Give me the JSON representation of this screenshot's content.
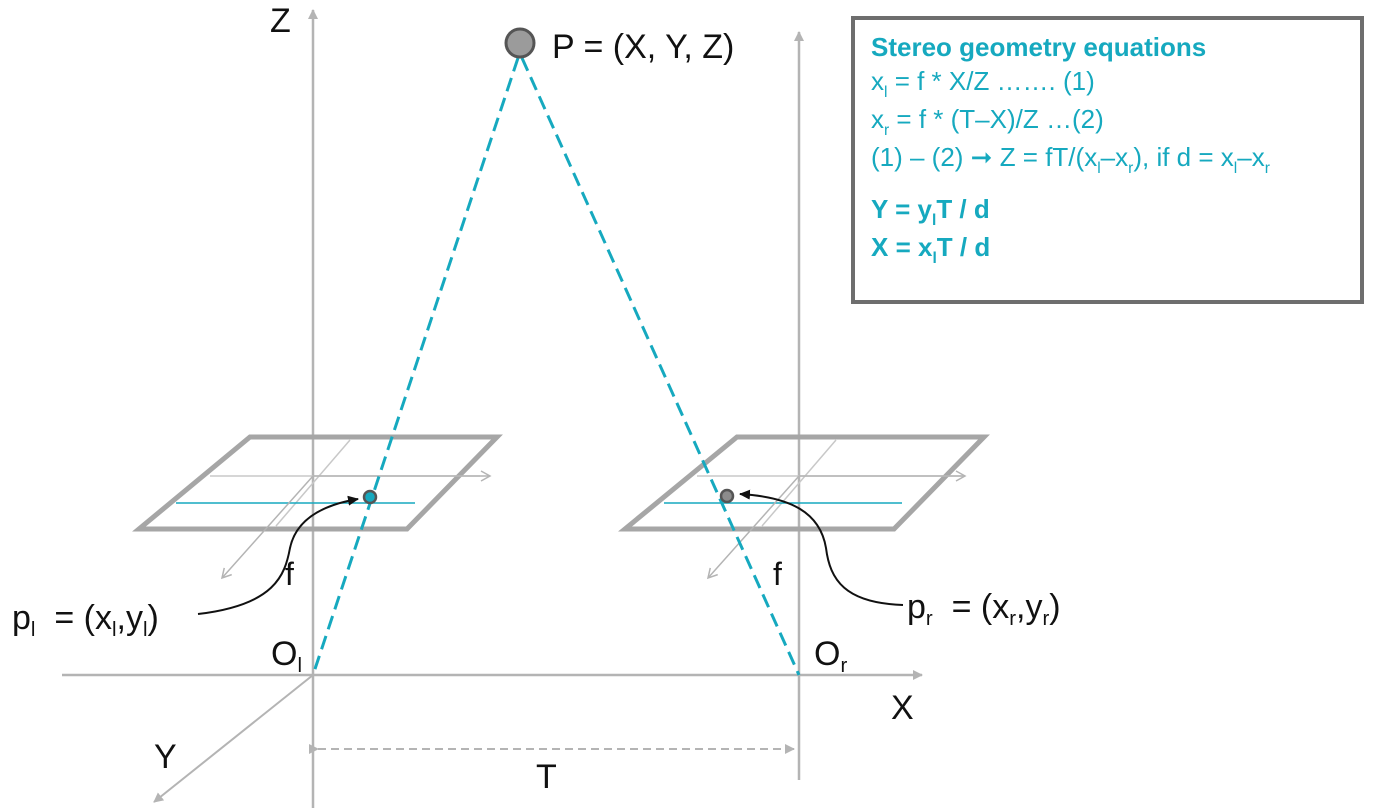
{
  "axes": {
    "z_label": "Z",
    "x_label": "X",
    "y_label": "Y"
  },
  "point": {
    "label": "P = (X, Y, Z)"
  },
  "left_camera": {
    "focal_label": "f",
    "origin_main": "O",
    "origin_sub": "l",
    "image_point_main": "p",
    "image_point_sub": "l",
    "image_point_eq": "= (x",
    "image_point_x_sub": "l",
    "image_point_mid": ",y",
    "image_point_y_sub": "l",
    "image_point_end": ")"
  },
  "right_camera": {
    "focal_label": "f",
    "origin_main": "O",
    "origin_sub": "r",
    "image_point_main": "p",
    "image_point_sub": "r",
    "image_point_eq": "= (x",
    "image_point_x_sub": "r",
    "image_point_mid": ",y",
    "image_point_y_sub": "r",
    "image_point_end": ")"
  },
  "baseline": {
    "label": "T"
  },
  "equations": {
    "title": "Stereo geometry equations",
    "eq1": {
      "a": "x",
      "a_sub": "l",
      "b": " = f * X/Z ……. (1)"
    },
    "eq2": {
      "a": "x",
      "a_sub": "r",
      "b": " = f * (T–X)/Z …(2)"
    },
    "eq3": {
      "a": "(1) – (2) ➞ Z = fT/(x",
      "a_sub": "l",
      "b": "–x",
      "b_sub": "r",
      "c": "), if d = x",
      "c_sub": "l",
      "d": "–x",
      "d_sub": "r"
    },
    "eq4": {
      "a": "Y = y",
      "a_sub": "l",
      "b": "T / d"
    },
    "eq5": {
      "a": "X = x",
      "a_sub": "l",
      "b": "T / d"
    }
  },
  "colors": {
    "axis": "#b4b4b4",
    "plane": "#a6a6a6",
    "ray": "#16a9bf",
    "text": "#111111",
    "equation_text": "#16a9bf",
    "box_border": "#6e6e6e",
    "point_fill": "#9b9b9b"
  }
}
